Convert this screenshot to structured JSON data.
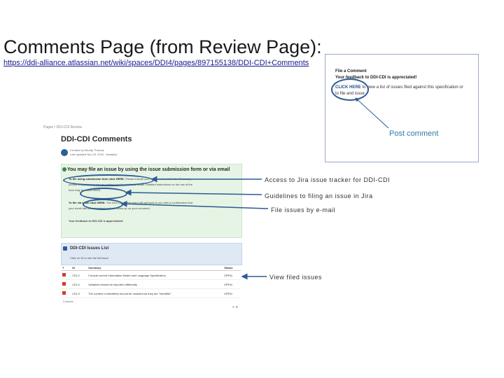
{
  "slide": {
    "title": "Comments Page (from Review Page):",
    "url": "https://ddi-alliance.atlassian.net/wiki/spaces/DDI4/pages/897155138/DDI-CDI+Comments"
  },
  "snippet": {
    "heading": "File a Comment",
    "feedback": "Your feedback to DDI-CDI is appreciated!",
    "click_here": "CLICK HERE",
    "line_rest": "to view a list of issues filed against this specification or",
    "line_end": "to file and issue",
    "post_comment": "Post comment"
  },
  "page": {
    "breadcrumb": "Pages / DDI-CDI Review",
    "title": "DDI-CDI Comments",
    "meta_line1": "Created by Wendy Thomas",
    "meta_line2": "Last updated Nov 25, 2020 · Analytics",
    "green_header": "You may file an issue by using the issue submission form or via email",
    "g1_bold": "To file using submission form click HERE.",
    "g1_rest": " Please include your name and email in the Summary",
    "g2": "portion of the form so we can contact you for additional detail. Detailed instructions on the use of the",
    "g3": "form may be found HERE.",
    "g4_bold": "To file via email click HERE.",
    "g4_rest": " The DDI-CDI review team will get back to you with a confirmation that",
    "g5": "your email has been received and will follow up on your comment.",
    "g6": "Your feedback to DDI-CDI is appreciated!",
    "blue_header": "DDI-CDI Issues List",
    "blue_sub": "Click on ID to see the full issue.",
    "issues_columns": [
      "T",
      "ID",
      "Summary",
      "Status"
    ],
    "issues": [
      {
        "id": "CDI-2",
        "summary": "Consult current Information Model and Language Specification",
        "status": "OPEN"
      },
      {
        "id": "CDI-4",
        "summary": "Variables should be imported differently",
        "status": "OPEN"
      },
      {
        "id": "CDI-3",
        "summary": "The content of identifiers should be modeled as they are \"identifier\"",
        "status": "OPEN"
      }
    ],
    "foot_left": "3 issues",
    "foot_right": "↻ ⚙"
  },
  "annotations": [
    "Access to Jira issue tracker for DDI-CDI",
    "Guidelines to filing an issue in Jira",
    "File issues by e-mail",
    "View filed issues"
  ],
  "colors": {
    "callout": "#2d5b94",
    "green_panel": "#e5f4e4",
    "blue_panel": "#dfe9f5",
    "post_comment": "#2e7da8"
  }
}
